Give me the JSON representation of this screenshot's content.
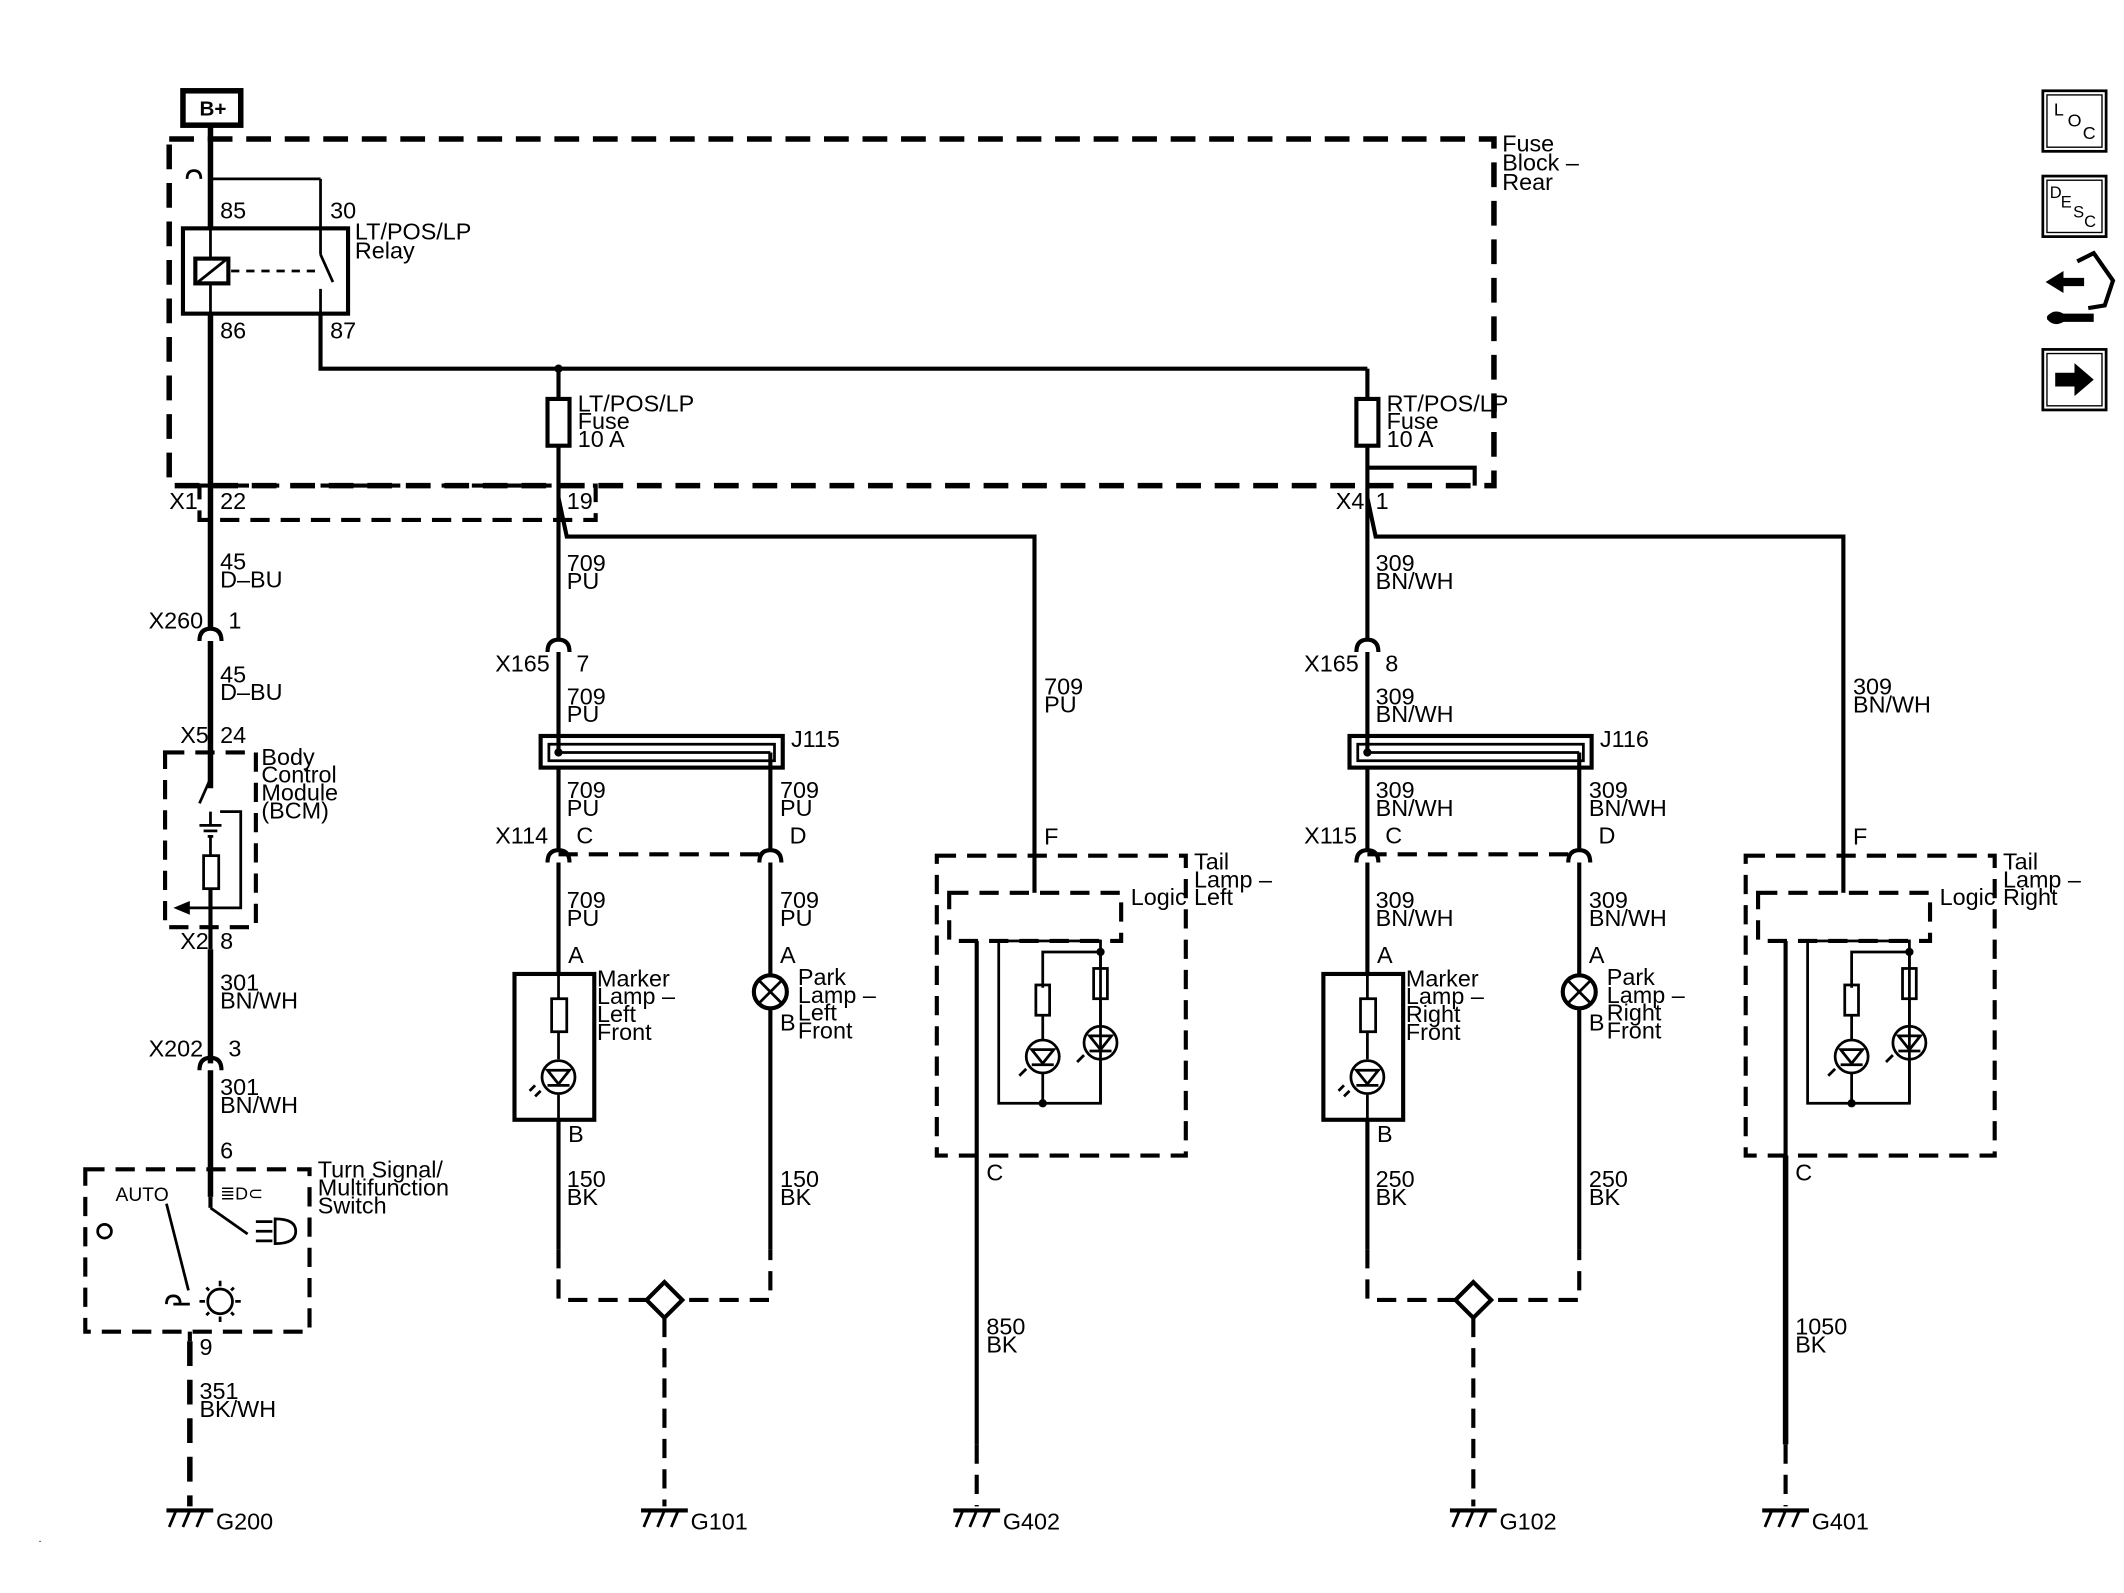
{
  "battery": "B+",
  "fuse_block": {
    "title_lines": [
      "Fuse",
      "Block –",
      "Rear"
    ]
  },
  "relay": {
    "title_lines": [
      "LT/POS/LP",
      "Relay"
    ],
    "pins": [
      "85",
      "30",
      "86",
      "87"
    ]
  },
  "fuses": [
    {
      "lines": [
        "LT/POS/LP",
        "Fuse",
        "10 A"
      ]
    },
    {
      "lines": [
        "RT/POS/LP",
        "Fuse",
        "10 A"
      ]
    }
  ],
  "connectors": {
    "x1": "X1",
    "x1_p22": "22",
    "x1_p19": "19",
    "x4": "X4",
    "x4_p1": "1",
    "x260": "X260",
    "x260_p": "1",
    "x5": "X5",
    "x5_p": "24",
    "x2": "X2",
    "x2_p": "8",
    "x202": "X202",
    "x202_p": "3",
    "sw_in": "6",
    "sw_out": "9",
    "x165_l": "X165",
    "x165_l_p": "7",
    "x165_r": "X165",
    "x165_r_p": "8",
    "x114": "X114",
    "x114_c": "C",
    "x114_d": "D",
    "x115": "X115",
    "x115_c": "C",
    "x115_d": "D",
    "j115": "J115",
    "j116": "J116"
  },
  "wires": {
    "w45a": [
      "45",
      "D–BU"
    ],
    "w45b": [
      "45",
      "D–BU"
    ],
    "w301a": [
      "301",
      "BN/WH"
    ],
    "w301b": [
      "301",
      "BN/WH"
    ],
    "w351": [
      "351",
      "BK/WH"
    ],
    "w709a": [
      "709",
      "PU"
    ],
    "w709b": [
      "709",
      "PU"
    ],
    "w709c": [
      "709",
      "PU"
    ],
    "w709d": [
      "709",
      "PU"
    ],
    "w709e": [
      "709",
      "PU"
    ],
    "w709f": [
      "709",
      "PU"
    ],
    "w709g": [
      "709",
      "PU"
    ],
    "w309a": [
      "309",
      "BN/WH"
    ],
    "w309b": [
      "309",
      "BN/WH"
    ],
    "w309c": [
      "309",
      "BN/WH"
    ],
    "w309d": [
      "309",
      "BN/WH"
    ],
    "w309e": [
      "309",
      "BN/WH"
    ],
    "w309f": [
      "309",
      "BN/WH"
    ],
    "w309g": [
      "309",
      "BN/WH"
    ],
    "w150a": [
      "150",
      "BK"
    ],
    "w150b": [
      "150",
      "BK"
    ],
    "w250a": [
      "250",
      "BK"
    ],
    "w250b": [
      "250",
      "BK"
    ],
    "w850": [
      "850",
      "BK"
    ],
    "w1050": [
      "1050",
      "BK"
    ]
  },
  "components": {
    "bcm": [
      "Body",
      "Control",
      "Module",
      "(BCM)"
    ],
    "switch": [
      "Turn Signal/",
      "Multifunction",
      "Switch"
    ],
    "switch_auto": "AUTO",
    "marker_lf": [
      "Marker",
      "Lamp –",
      "Left",
      "Front"
    ],
    "park_lf": [
      "Park",
      "Lamp –",
      "Left",
      "Front"
    ],
    "marker_rf": [
      "Marker",
      "Lamp –",
      "Right",
      "Front"
    ],
    "park_rf": [
      "Park",
      "Lamp –",
      "Right",
      "Front"
    ],
    "tail_l": [
      "Tail",
      "Lamp –",
      "Left"
    ],
    "tail_r": [
      "Tail",
      "Lamp –",
      "Right"
    ],
    "logic": "Logic",
    "pin_a": "A",
    "pin_b": "B",
    "pin_c": "C",
    "pin_f": "F"
  },
  "grounds": [
    "G200",
    "G101",
    "G402",
    "G102",
    "G401"
  ],
  "nav_icons": [
    "loc-icon",
    "desc-icon",
    "connector-icon",
    "next-icon"
  ],
  "nav_labels": {
    "loc": [
      "L",
      "O",
      "C"
    ],
    "desc": [
      "D",
      "E",
      "S",
      "C"
    ]
  }
}
